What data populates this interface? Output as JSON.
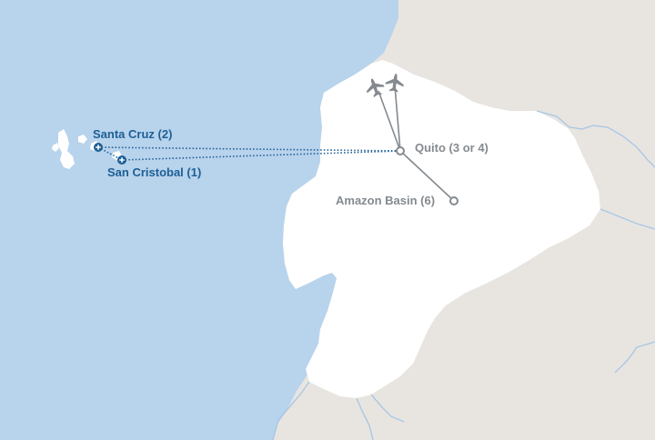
{
  "colors": {
    "ocean": "#b8d3ec",
    "neighbor_land": "#e8e5e1",
    "ecuador_land": "#ffffff",
    "border": "#aac8e3",
    "galapagos_route": "#1d5f95",
    "mainland_route": "#848a8f"
  },
  "stops": [
    {
      "id": "santa-cruz",
      "label": "Santa Cruz (2)",
      "marker": "plus-circle"
    },
    {
      "id": "san-cristobal",
      "label": "San Cristobal (1)",
      "marker": "plus-circle"
    },
    {
      "id": "quito",
      "label": "Quito (3 or 4)",
      "marker": "ring"
    },
    {
      "id": "amazon-basin",
      "label": "Amazon Basin (6)",
      "marker": "ring"
    }
  ],
  "icons": [
    "airplane-icon",
    "airplane-icon"
  ]
}
